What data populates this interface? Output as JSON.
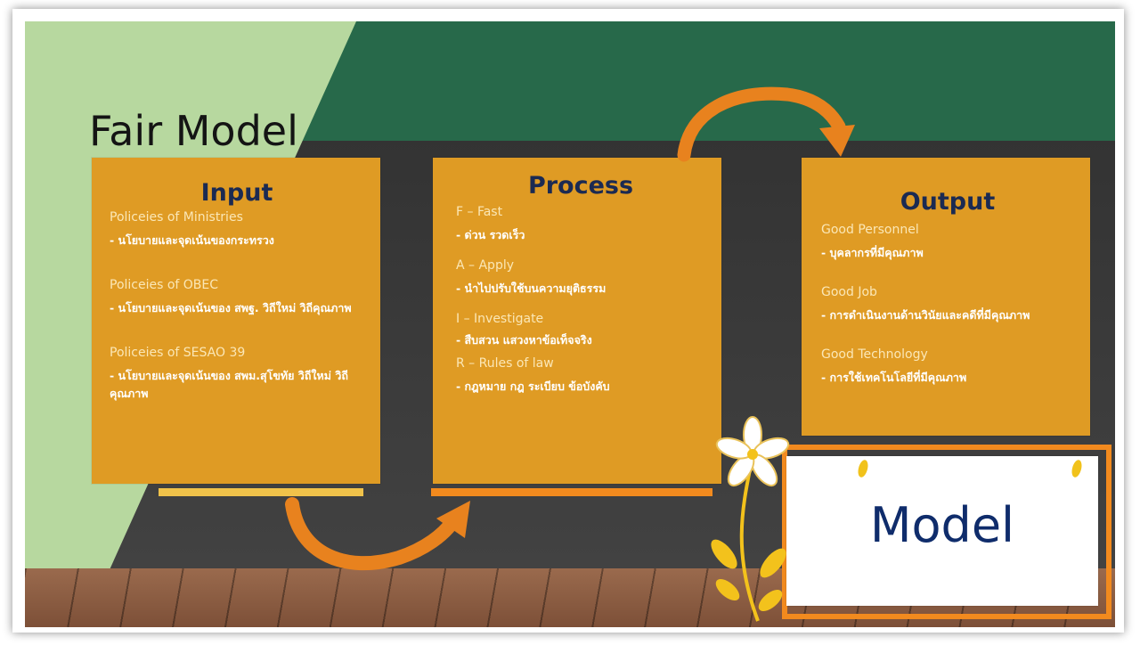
{
  "title": "Fair Model",
  "colors": {
    "green_dark": "#27694a",
    "green_light": "#b7d89f",
    "board": "#3a3a3a",
    "card": "#df9b24",
    "heading": "#1b2a52",
    "orange": "#f28a1e",
    "model_text": "#0f2c6b"
  },
  "input": {
    "heading": "Input",
    "items": [
      {
        "label": "Policeies of Ministries",
        "desc": "- นโยบายและจุดเน้นของกระทรวง"
      },
      {
        "label": "Policeies of OBEC",
        "desc": "- นโยบายและจุดเน้นของ สพฐ. วิถีใหม่ วิถีคุณภาพ"
      },
      {
        "label": "Policeies of SESAO 39",
        "desc": "- นโยบายและจุดเน้นของ สพม.สุโขทัย วิถีใหม่ วิถีคุณภาพ"
      }
    ]
  },
  "process": {
    "heading": "Process",
    "items": [
      {
        "label": "F – Fast",
        "desc": "- ด่วน รวดเร็ว"
      },
      {
        "label": "A – Apply",
        "desc": "- นำไปปรับใช้บนความยุติธรรม"
      },
      {
        "label": "I – Investigate",
        "desc": "- สืบสวน แสวงหาข้อเท็จจริง"
      },
      {
        "label": "R – Rules of law",
        "desc": "- กฎหมาย กฎ ระเบียบ ข้อบังคับ"
      }
    ]
  },
  "output": {
    "heading": "Output",
    "items": [
      {
        "label": "Good Personnel",
        "desc": "- บุคลากรที่มีคุณภาพ"
      },
      {
        "label": "Good Job",
        "desc": "- การดำเนินงานด้านวินัยและคดีที่มีคุณภาพ"
      },
      {
        "label": "Good Technology",
        "desc": "- การใช้เทคโนโลยีที่มีคุณภาพ"
      }
    ]
  },
  "model": {
    "text": "Model"
  },
  "icons": [
    "curved-arrow-icon",
    "flower-icon"
  ]
}
